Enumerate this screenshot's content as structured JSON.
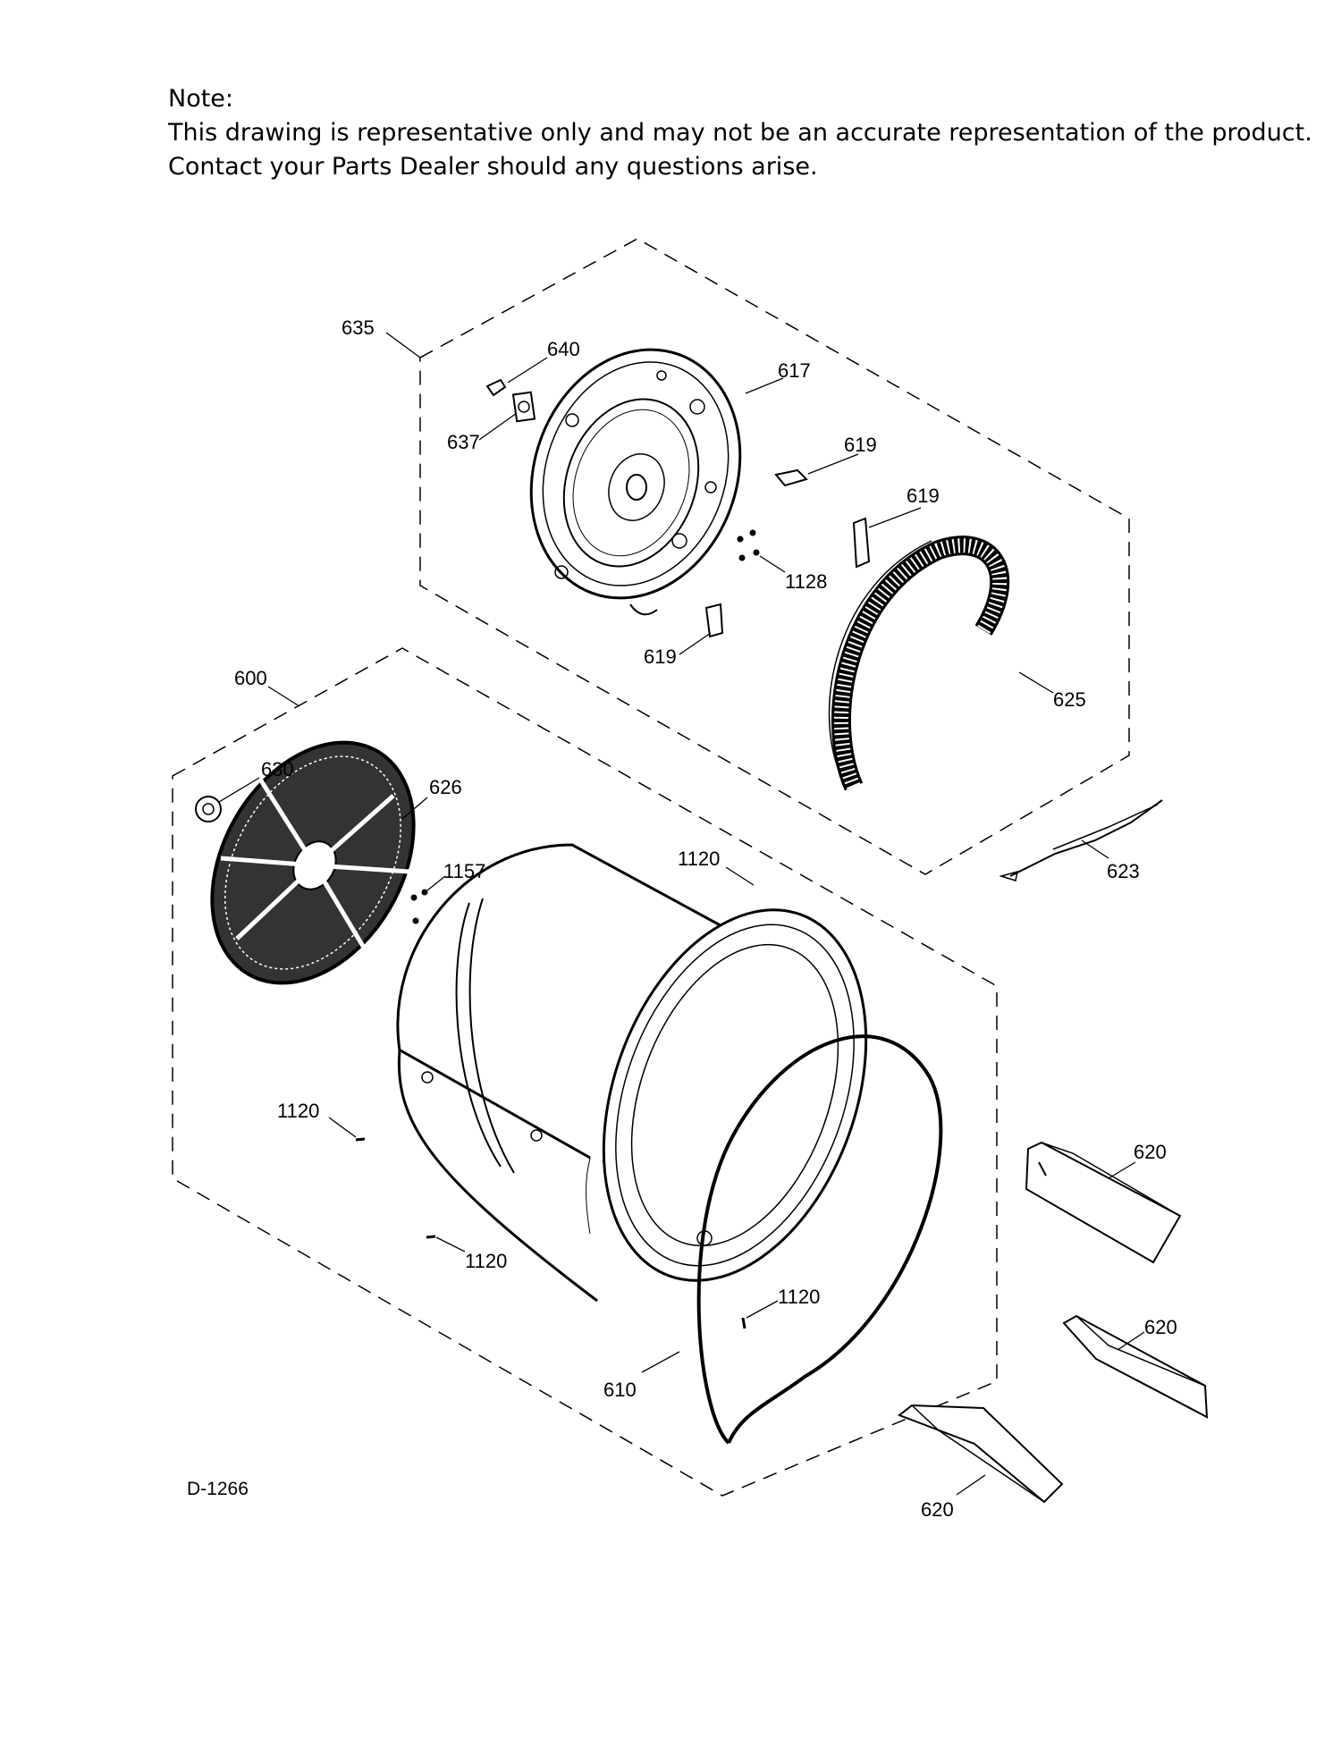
{
  "note": {
    "heading": "Note:",
    "line1": "This drawing is representative only and may not be an accurate representation of the product.",
    "line2": "Contact your Parts Dealer should any questions arise."
  },
  "diagram_code": "D-1266",
  "callouts": {
    "c635": "635",
    "c640": "640",
    "c617": "617",
    "c637": "637",
    "c619a": "619",
    "c619b": "619",
    "c619c": "619",
    "c1128": "1128",
    "c625": "625",
    "c600": "600",
    "c630": "630",
    "c626": "626",
    "c1157": "1157",
    "c1120a": "1120",
    "c623": "623",
    "c1120b": "1120",
    "c1120c": "1120",
    "c1120d": "1120",
    "c620a": "620",
    "c620b": "620",
    "c620c": "620",
    "c610": "610"
  }
}
